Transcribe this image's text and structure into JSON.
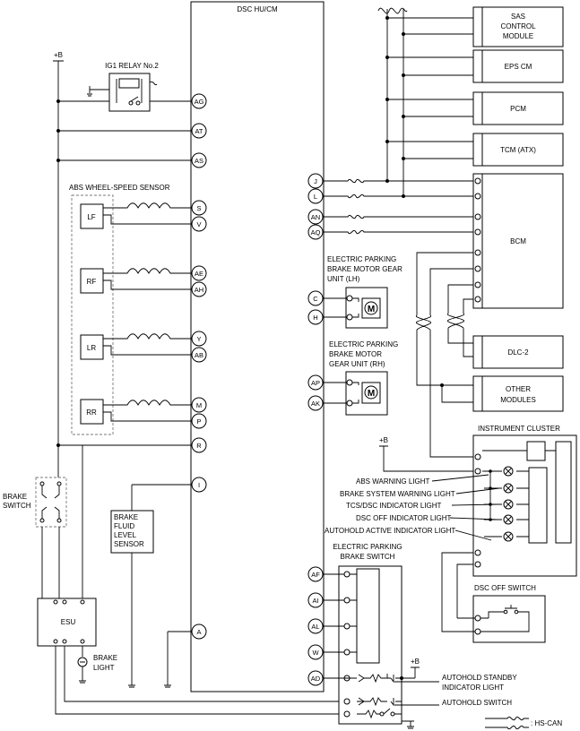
{
  "main_unit": "DSC HU/CM",
  "power_b": "+B",
  "relay_label": "IG1 RELAY No.2",
  "wheel_sensor_group": "ABS WHEEL-SPEED SENSOR",
  "wheel_sensors": [
    "LF",
    "RF",
    "LR",
    "RR"
  ],
  "left_pins": [
    "AG",
    "AT",
    "AS",
    "S",
    "V",
    "AE",
    "AH",
    "Y",
    "AB",
    "M",
    "P",
    "R",
    "I",
    "A"
  ],
  "right_pins": [
    "J",
    "L",
    "AN",
    "AQ",
    "C",
    "H",
    "AP",
    "AK",
    "AF",
    "AI",
    "AL",
    "W",
    "AD"
  ],
  "modules": {
    "sas": [
      "SAS",
      "CONTROL",
      "MODULE"
    ],
    "eps": "EPS CM",
    "pcm": "PCM",
    "tcm": "TCM (ATX)",
    "bcm": "BCM",
    "dlc": "DLC-2",
    "other": [
      "OTHER",
      "MODULES"
    ],
    "cluster": "INSTRUMENT CLUSTER",
    "dsc_off_switch": "DSC OFF SWITCH"
  },
  "epb_lh": [
    "ELECTRIC PARKING",
    "BRAKE MOTOR GEAR",
    "UNIT (LH)"
  ],
  "epb_rh": [
    "ELECTRIC PARKING",
    "BRAKE MOTOR",
    "GEAR UNIT (RH)"
  ],
  "motor_symbol": "M",
  "indicator_lights": [
    "ABS WARNING LIGHT",
    "BRAKE SYSTEM WARNING LIGHT",
    "TCS/DSC INDICATOR LIGHT",
    "DSC OFF INDICATOR LIGHT",
    "AUTOHOLD ACTIVE INDICATOR LIGHT"
  ],
  "brake_switch": [
    "BRAKE",
    "SWITCH"
  ],
  "brake_fluid_sensor": [
    "BRAKE",
    "FLUID",
    "LEVEL",
    "SENSOR"
  ],
  "esu": "ESU",
  "brake_light": [
    "BRAKE",
    "LIGHT"
  ],
  "epb_switch": [
    "ELECTRIC PARKING",
    "BRAKE SWITCH"
  ],
  "autohold_standby": [
    "AUTOHOLD STANDBY",
    "INDICATOR LIGHT"
  ],
  "autohold_switch": "AUTOHOLD SWITCH",
  "legend": ": HS-CAN"
}
